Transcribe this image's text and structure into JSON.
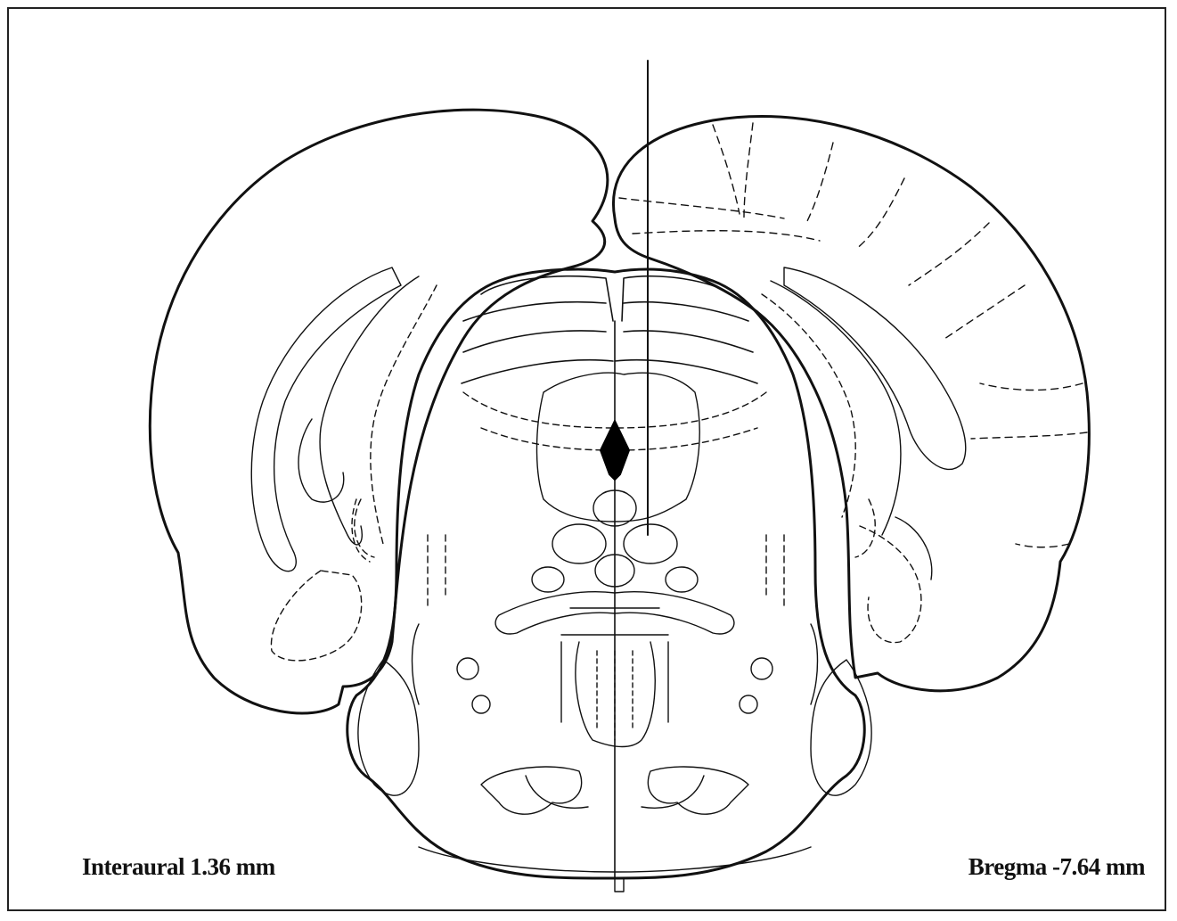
{
  "figure": {
    "interaural_label": "Interaural 1.36 mm",
    "bregma_label": "Bregma -7.64 mm"
  },
  "colors": {
    "line": "#111111",
    "marker": "#000000",
    "background": "#ffffff"
  },
  "icons": {
    "lesion_marker": "filled-diamond",
    "electrode_track": "vertical-line"
  }
}
